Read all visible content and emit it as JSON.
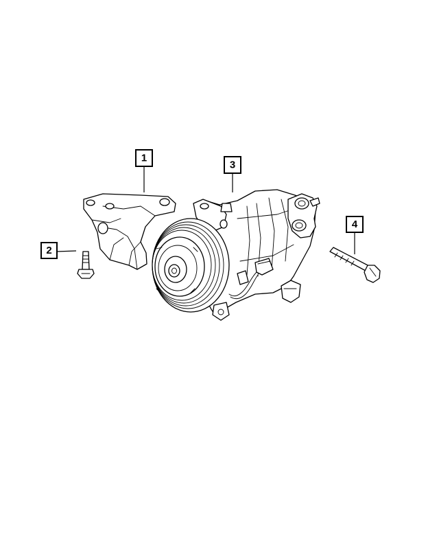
{
  "callouts": [
    {
      "id": "callout-1",
      "label": "1",
      "part": "compressor-mounting-bracket"
    },
    {
      "id": "callout-2",
      "label": "2",
      "part": "bracket-bolt"
    },
    {
      "id": "callout-3",
      "label": "3",
      "part": "ac-compressor"
    },
    {
      "id": "callout-4",
      "label": "4",
      "part": "compressor-bolt"
    }
  ]
}
